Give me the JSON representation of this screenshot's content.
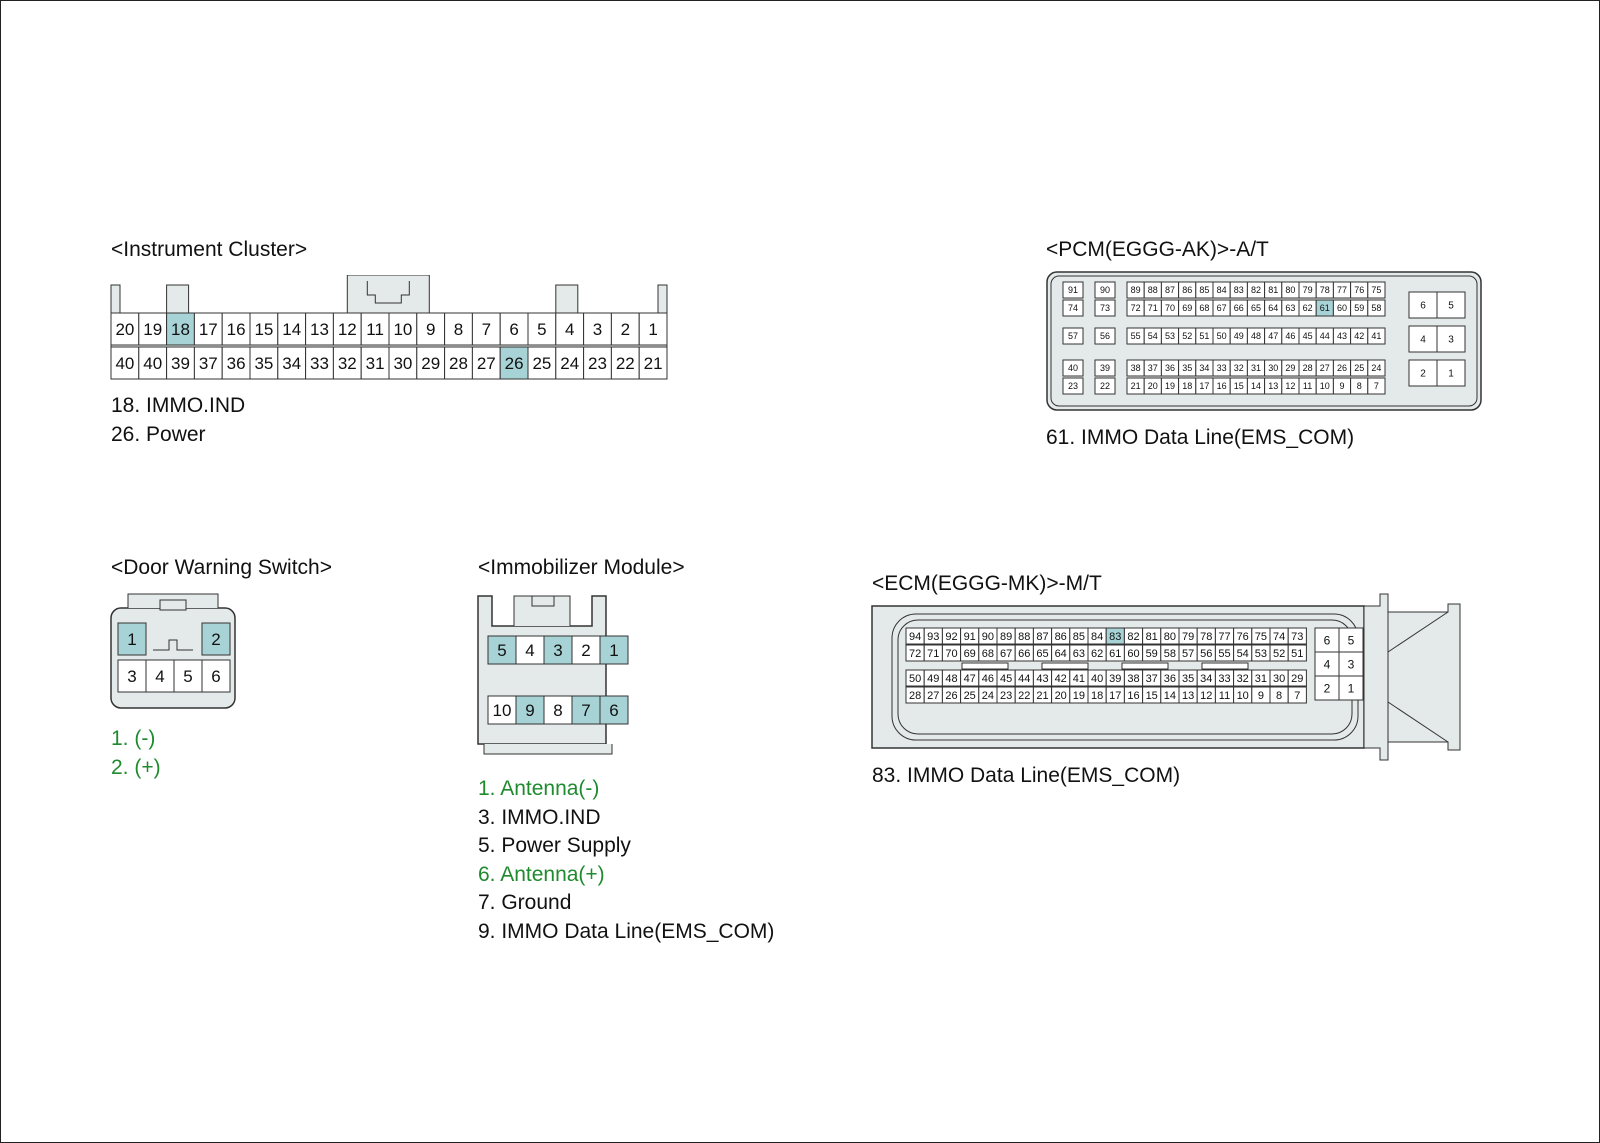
{
  "colors": {
    "body": "#e4e9e9",
    "pin": "#ffffff",
    "hl": "#a7d3d6",
    "line": "#333333",
    "green": "#1f8a2e"
  },
  "instrument": {
    "title": "<Instrument Cluster>",
    "row1": [
      "20",
      "19",
      "18",
      "17",
      "16",
      "15",
      "14",
      "13",
      "12",
      "11",
      "10",
      "9",
      "8",
      "7",
      "6",
      "5",
      "4",
      "3",
      "2",
      "1"
    ],
    "row2": [
      "40",
      "40",
      "39",
      "37",
      "36",
      "35",
      "34",
      "33",
      "32",
      "31",
      "30",
      "29",
      "28",
      "27",
      "26",
      "25",
      "24",
      "23",
      "22",
      "21"
    ],
    "highlight": [
      "18",
      "26"
    ],
    "notes": [
      "18. IMMO.IND",
      "26. Power"
    ]
  },
  "pcm": {
    "title": "<PCM(EGGG-AK)>-A/T",
    "highlight": [
      "61"
    ],
    "notes": [
      "61. IMMO Data Line(EMS_COM)"
    ],
    "groups": [
      [
        [
          "91"
        ],
        [
          "74"
        ]
      ],
      [
        [
          "90"
        ],
        [
          "73"
        ]
      ],
      [
        [
          "89",
          "88",
          "87",
          "86",
          "85",
          "84",
          "83",
          "82",
          "81",
          "80",
          "79",
          "78",
          "77",
          "76",
          "75"
        ],
        [
          "72",
          "71",
          "70",
          "69",
          "68",
          "67",
          "66",
          "65",
          "64",
          "63",
          "62",
          "61",
          "60",
          "59",
          "58"
        ]
      ],
      [
        [
          "57"
        ]
      ],
      [
        [
          "56"
        ]
      ],
      [
        [
          "55",
          "54",
          "53",
          "52",
          "51",
          "50",
          "49",
          "48",
          "47",
          "46",
          "45",
          "44",
          "43",
          "42",
          "41"
        ]
      ],
      [
        [
          "40"
        ],
        [
          "23"
        ]
      ],
      [
        [
          "39"
        ],
        [
          "22"
        ]
      ],
      [
        [
          "38",
          "37",
          "36",
          "35",
          "34",
          "33",
          "32",
          "31",
          "30",
          "29",
          "28",
          "27",
          "26",
          "25",
          "24"
        ],
        [
          "21",
          "20",
          "19",
          "18",
          "17",
          "16",
          "15",
          "14",
          "13",
          "12",
          "11",
          "10",
          "9",
          "8",
          "7"
        ]
      ],
      [
        [
          "6",
          "5"
        ]
      ],
      [
        [
          "4",
          "3"
        ]
      ],
      [
        [
          "2",
          "1"
        ]
      ]
    ]
  },
  "door": {
    "title": "<Door Warning Switch>",
    "row1": [
      "1",
      "2"
    ],
    "row2": [
      "3",
      "4",
      "5",
      "6"
    ],
    "highlight": [
      "1",
      "2"
    ],
    "notes": [
      {
        "text": "1. (-)",
        "green": true
      },
      {
        "text": "2. (+)",
        "green": true
      }
    ]
  },
  "immo": {
    "title": "<Immobilizer Module>",
    "row1": [
      "5",
      "4",
      "3",
      "2",
      "1"
    ],
    "row2": [
      "10",
      "9",
      "8",
      "7",
      "6"
    ],
    "highlight": [
      "5",
      "3",
      "1",
      "9",
      "7",
      "6"
    ],
    "notes": [
      {
        "text": "1. Antenna(-)",
        "green": true
      },
      {
        "text": "3. IMMO.IND",
        "green": false
      },
      {
        "text": "5. Power Supply",
        "green": false
      },
      {
        "text": "6. Antenna(+)",
        "green": true
      },
      {
        "text": "7. Ground",
        "green": false
      },
      {
        "text": "9. IMMO Data Line(EMS_COM)",
        "green": false
      }
    ]
  },
  "ecm": {
    "title": "<ECM(EGGG-MK)>-M/T",
    "highlight": [
      "83"
    ],
    "notes": [
      "83. IMMO Data Line(EMS_COM)"
    ],
    "rows": [
      [
        "94",
        "93",
        "92",
        "91",
        "90",
        "89",
        "88",
        "87",
        "86",
        "85",
        "84",
        "83",
        "82",
        "81",
        "80",
        "79",
        "78",
        "77",
        "76",
        "75",
        "74",
        "73"
      ],
      [
        "72",
        "71",
        "70",
        "69",
        "68",
        "67",
        "66",
        "65",
        "64",
        "63",
        "62",
        "61",
        "60",
        "59",
        "58",
        "57",
        "56",
        "55",
        "54",
        "53",
        "52",
        "51"
      ],
      [
        "50",
        "49",
        "48",
        "47",
        "46",
        "45",
        "44",
        "43",
        "42",
        "41",
        "40",
        "39",
        "38",
        "37",
        "36",
        "35",
        "34",
        "33",
        "32",
        "31",
        "30",
        "29"
      ],
      [
        "28",
        "27",
        "26",
        "25",
        "24",
        "23",
        "22",
        "21",
        "20",
        "19",
        "18",
        "17",
        "16",
        "15",
        "14",
        "13",
        "12",
        "11",
        "10",
        "9",
        "8",
        "7"
      ]
    ],
    "side": [
      [
        "6",
        "5"
      ],
      [
        "4",
        "3"
      ],
      [
        "2",
        "1"
      ]
    ]
  }
}
